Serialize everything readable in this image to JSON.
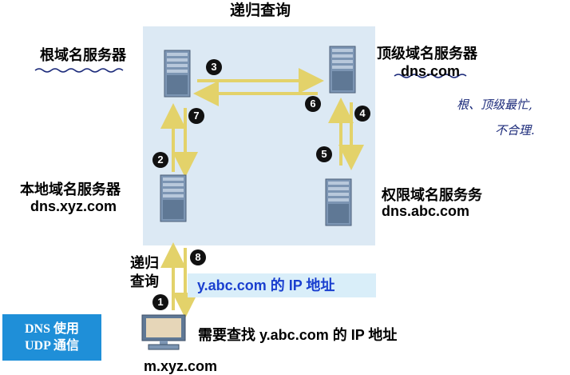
{
  "title": "递归查询",
  "servers": {
    "root": {
      "name": "根域名服务器"
    },
    "tld": {
      "name": "顶级域名服务器",
      "domain": "dns.com"
    },
    "local": {
      "name": "本地域名服务器",
      "domain": "dns.xyz.com"
    },
    "auth": {
      "name": "权限域名服务务",
      "domain": "dns.abc.com"
    }
  },
  "steps": [
    "1",
    "2",
    "3",
    "4",
    "5",
    "6",
    "7",
    "8"
  ],
  "client": {
    "query_label_line1": "递归",
    "query_label_line2": "查询",
    "query_text": "需要查找 y.abc.com 的 IP 地址",
    "host": "m.xyz.com"
  },
  "answer_box": "y.abc.com 的 IP 地址",
  "dns_note": {
    "line1": "DNS 使用",
    "line2": "UDP 通信"
  },
  "handwriting": {
    "line1": "根、顶级最忙,",
    "line2": "不合理."
  },
  "colors": {
    "panel": "#dce9f4",
    "arrow": "#e3d26a",
    "dns_box": "#1f8fd8",
    "ip_text": "#1a3fcf"
  }
}
